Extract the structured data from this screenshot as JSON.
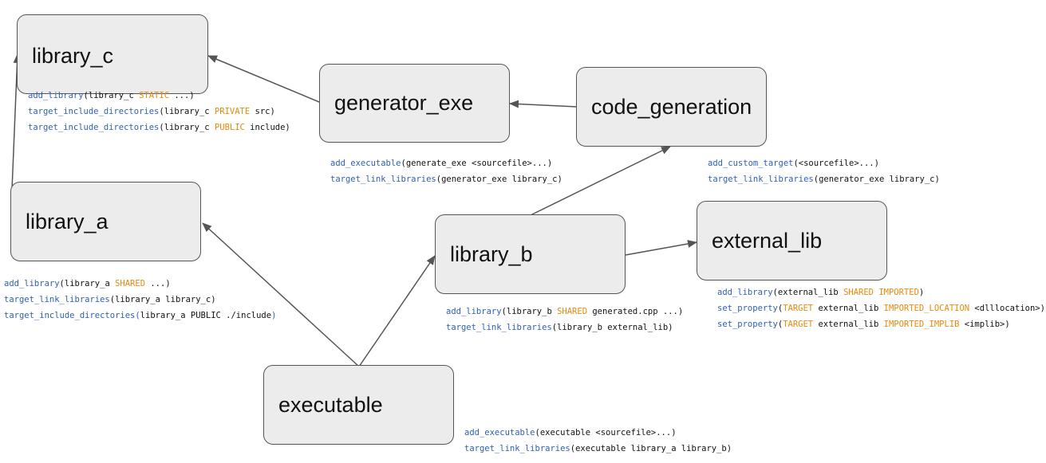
{
  "nodes": {
    "library_c": "library_c",
    "generator_exe": "generator_exe",
    "code_generation": "code_generation",
    "library_a": "library_a",
    "library_b": "library_b",
    "external_lib": "external_lib",
    "executable": "executable"
  },
  "colors": {
    "function": "#2f5fb3",
    "keyword": "#e8890c",
    "text": "#111111",
    "box_fill": "#ececec",
    "box_border": "#555555",
    "edge": "#555555"
  },
  "notes": {
    "library_c": [
      [
        {
          "t": "fn",
          "v": "add_library"
        },
        {
          "t": "tx",
          "v": "(library_c "
        },
        {
          "t": "kw",
          "v": "STATIC"
        },
        {
          "t": "tx",
          "v": " ...)"
        }
      ],
      [
        {
          "t": "fn",
          "v": "target_include_directories"
        },
        {
          "t": "tx",
          "v": "(library_c "
        },
        {
          "t": "kw",
          "v": "PRIVATE"
        },
        {
          "t": "tx",
          "v": " src)"
        }
      ],
      [
        {
          "t": "fn",
          "v": "target_include_directories"
        },
        {
          "t": "tx",
          "v": "(library_c "
        },
        {
          "t": "kw",
          "v": "PUBLIC"
        },
        {
          "t": "tx",
          "v": " include)"
        }
      ]
    ],
    "generator_exe": [
      [
        {
          "t": "fn",
          "v": "add_executable"
        },
        {
          "t": "tx",
          "v": "(generate_exe <sourcefile>...)"
        }
      ],
      [
        {
          "t": "fn",
          "v": "target_link_libraries"
        },
        {
          "t": "tx",
          "v": "(generator_exe library_c)"
        }
      ]
    ],
    "code_generation": [
      [
        {
          "t": "fn",
          "v": "add_custom_target"
        },
        {
          "t": "tx",
          "v": "(<sourcefile>...)"
        }
      ],
      [
        {
          "t": "fn",
          "v": "target_link_libraries"
        },
        {
          "t": "tx",
          "v": "(generator_exe library_c)"
        }
      ]
    ],
    "library_a": [
      [
        {
          "t": "fn",
          "v": "add_library"
        },
        {
          "t": "tx",
          "v": "(library_a "
        },
        {
          "t": "kw",
          "v": "SHARED"
        },
        {
          "t": "tx",
          "v": " ...)"
        }
      ],
      [
        {
          "t": "fn",
          "v": "target_link_libraries"
        },
        {
          "t": "tx",
          "v": "(library_a library_c)"
        }
      ],
      [
        {
          "t": "fn",
          "v": "target_include_directories("
        },
        {
          "t": "tx",
          "v": "library_a PUBLIC ./include"
        },
        {
          "t": "fn",
          "v": ")"
        }
      ]
    ],
    "library_b": [
      [
        {
          "t": "fn",
          "v": "add_library"
        },
        {
          "t": "tx",
          "v": "(library_b "
        },
        {
          "t": "kw",
          "v": "SHARED"
        },
        {
          "t": "tx",
          "v": " generated.cpp ...)"
        }
      ],
      [
        {
          "t": "fn",
          "v": "target_link_libraries"
        },
        {
          "t": "tx",
          "v": "(library_b external_lib)"
        }
      ]
    ],
    "external_lib": [
      [
        {
          "t": "fn",
          "v": "add_library"
        },
        {
          "t": "tx",
          "v": "(external_lib "
        },
        {
          "t": "kw",
          "v": "SHARED IMPORTED"
        },
        {
          "t": "tx",
          "v": ")"
        }
      ],
      [
        {
          "t": "fn",
          "v": "set_property"
        },
        {
          "t": "tx",
          "v": "("
        },
        {
          "t": "kw",
          "v": "TARGET"
        },
        {
          "t": "tx",
          "v": " external_lib "
        },
        {
          "t": "kw",
          "v": "IMPORTED_LOCATION"
        },
        {
          "t": "tx",
          "v": " <dlllocation>)"
        }
      ],
      [
        {
          "t": "fn",
          "v": "set_property"
        },
        {
          "t": "tx",
          "v": "("
        },
        {
          "t": "kw",
          "v": "TARGET"
        },
        {
          "t": "tx",
          "v": " external_lib "
        },
        {
          "t": "kw",
          "v": "IMPORTED_IMPLIB"
        },
        {
          "t": "tx",
          "v": " <implib>)"
        }
      ]
    ],
    "executable": [
      [
        {
          "t": "fn",
          "v": "add_executable"
        },
        {
          "t": "tx",
          "v": "(executable <sourcefile>...)"
        }
      ],
      [
        {
          "t": "fn",
          "v": "target_link_libraries"
        },
        {
          "t": "tx",
          "v": "(executable library_a library_b)"
        }
      ]
    ]
  }
}
